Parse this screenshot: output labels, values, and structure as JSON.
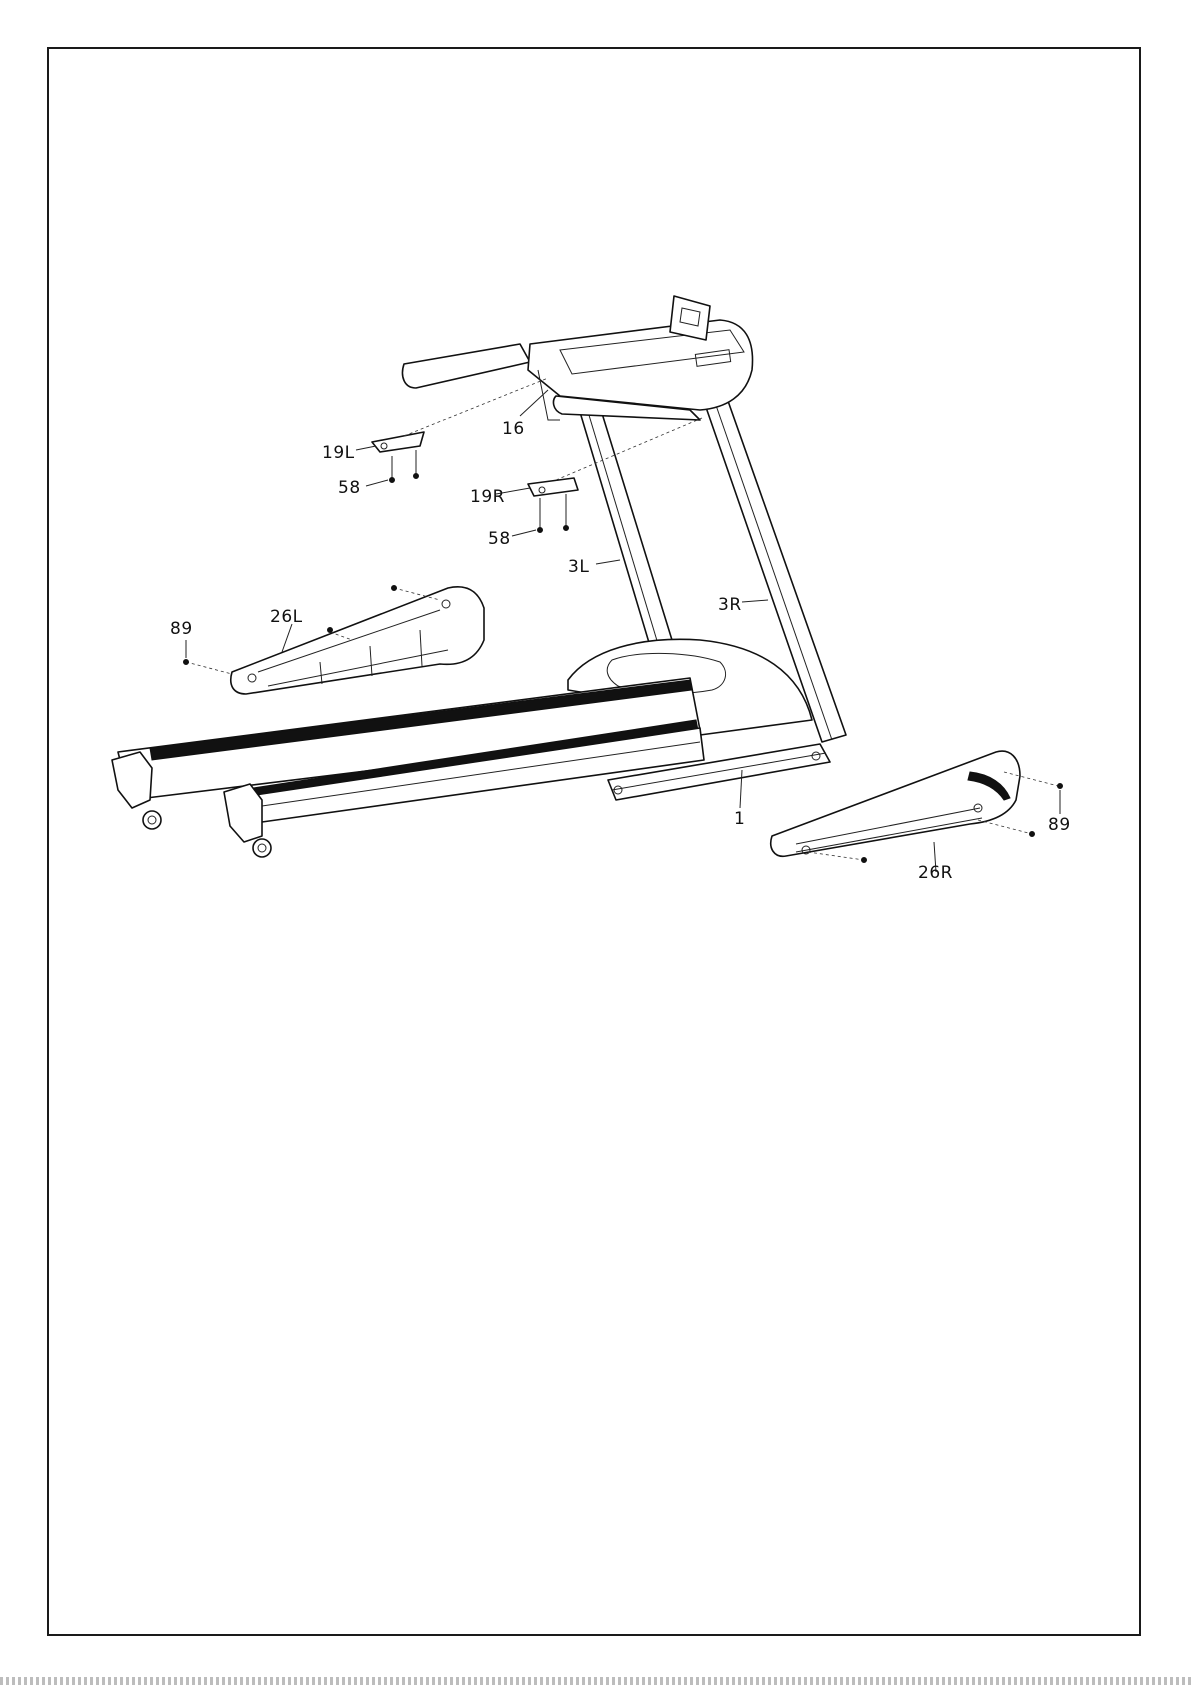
{
  "diagram": {
    "callouts": [
      {
        "id": "16",
        "label": "16"
      },
      {
        "id": "19L",
        "label": "19L"
      },
      {
        "id": "58a",
        "label": "58"
      },
      {
        "id": "19R",
        "label": "19R"
      },
      {
        "id": "58b",
        "label": "58"
      },
      {
        "id": "3L",
        "label": "3L"
      },
      {
        "id": "3R",
        "label": "3R"
      },
      {
        "id": "89a",
        "label": "89"
      },
      {
        "id": "26L",
        "label": "26L"
      },
      {
        "id": "1",
        "label": "1"
      },
      {
        "id": "89b",
        "label": "89"
      },
      {
        "id": "26R",
        "label": "26R"
      }
    ]
  }
}
